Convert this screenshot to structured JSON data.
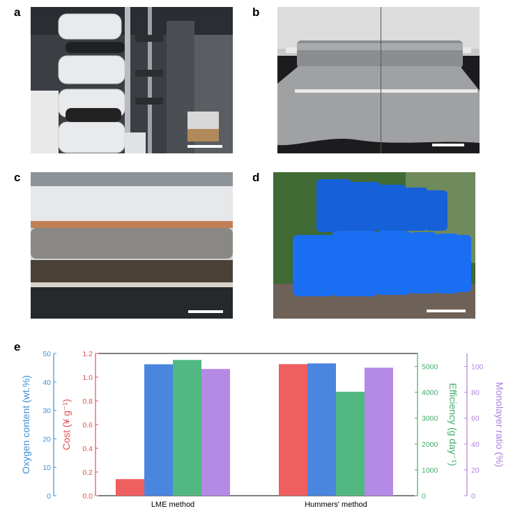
{
  "panels": {
    "a": "a",
    "b": "b",
    "c": "c",
    "d": "d",
    "e": "e"
  },
  "chart_data": {
    "type": "bar",
    "categories": [
      "LME method",
      "Hummers' method"
    ],
    "series": [
      {
        "name": "",
        "axis": "cost",
        "color": "#ef5f5f",
        "values": [
          0.14,
          1.11
        ]
      },
      {
        "name": "",
        "axis": "oxygen",
        "color": "#4a86e0",
        "values": [
          46.2,
          46.5
        ]
      },
      {
        "name": "",
        "axis": "efficiency",
        "color": "#52b882",
        "values": [
          5250,
          4020
        ]
      },
      {
        "name": "",
        "axis": "monolayer",
        "color": "#b48ae6",
        "values": [
          98,
          99
        ]
      }
    ],
    "axes": {
      "oxygen": {
        "label": "Oxygen content (wt.%)",
        "ylim": [
          0,
          50
        ],
        "ticks": [
          0,
          10,
          20,
          30,
          40,
          50
        ],
        "color": "#3d8fd6"
      },
      "cost": {
        "label": "Cost (¥ g⁻¹)",
        "ylim": [
          0,
          1.2
        ],
        "ticks": [
          "0.0",
          "0.2",
          "0.4",
          "0.6",
          "0.8",
          "1.0",
          "1.2"
        ],
        "color": "#e05050"
      },
      "efficiency": {
        "label": "Efficiency (g day⁻¹)",
        "ylim": [
          0,
          5500
        ],
        "ticks": [
          0,
          1000,
          2000,
          3000,
          4000,
          5000
        ],
        "color": "#3fae6a"
      },
      "monolayer": {
        "label": "Monolayer ratio (%)",
        "ylim": [
          0,
          110
        ],
        "ticks": [
          0,
          20,
          40,
          60,
          80,
          100
        ],
        "color": "#b07fe0"
      }
    },
    "grid": false
  }
}
